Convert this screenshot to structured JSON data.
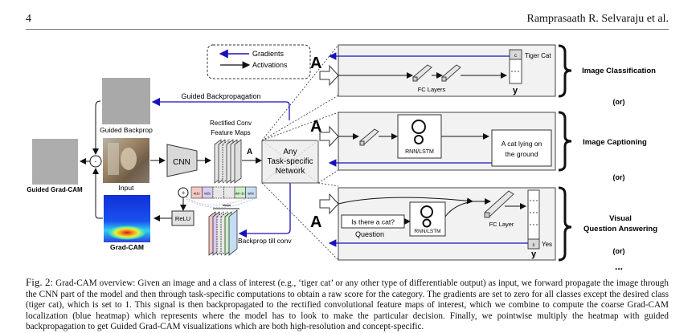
{
  "header": {
    "page_number": "4",
    "authors": "Ramprasaath R. Selvaraju et al."
  },
  "legend": {
    "gradients": "Gradients",
    "activations": "Activations",
    "gradient_color": "#1a12b8",
    "activation_color": "#111111"
  },
  "left": {
    "guided_backprop_label": "Guided Backprop",
    "guided_backpropagation_arrow": "Guided Backpropagation",
    "input_label": "Input",
    "guided_gradcam_label": "Guided Grad-CAM",
    "gradcam_label": "Grad-CAM",
    "pointwise_op": "·",
    "sum_op": "+",
    "relu_label": "ReLU",
    "cnn_label": "CNN",
    "feature_maps_label_1": "Rectified Conv",
    "feature_maps_label_2": "Feature Maps",
    "activation_symbol": "A",
    "backprop_till_conv": "Backprop till conv",
    "weights": [
      "w1c",
      "w2c",
      "",
      "",
      "wn-1c",
      "wnc"
    ],
    "weight_colors": [
      "#f6c9c4",
      "#dccdf2",
      "#e8e8e8",
      "#e8e8e8",
      "#cdf0c8",
      "#c9dcf2"
    ]
  },
  "center": {
    "task_network_lines": [
      "Any",
      "Task-specific",
      "Network"
    ]
  },
  "panels": {
    "classification": {
      "input_symbol": "A",
      "fc_label": "FC Layers",
      "output_class": "c",
      "output_class_name": "Tiger Cat",
      "output_symbol": "y",
      "task_label": "Image Classification"
    },
    "captioning": {
      "input_symbol": "A",
      "rnn_label": "RNN/LSTM",
      "caption_line1": "A cat lying on",
      "caption_line2": "the ground",
      "task_label": "Image Captioning"
    },
    "vqa": {
      "input_symbol": "A",
      "question_text": "Is there a cat?",
      "question_label": "Question",
      "rnn_label": "RNN/LSTM",
      "fc_label": "FC Layer",
      "output_class": "c",
      "output_class_name": "Yes",
      "output_symbol": "y",
      "task_label_line1": "Visual",
      "task_label_line2": "Question Answering"
    },
    "or_label": "(or)",
    "ellipsis": "..."
  },
  "caption": {
    "label": "Fig. 2:",
    "text": "Grad-CAM overview: Given an image and a class of interest (e.g., ‘tiger cat’ or any other type of differentiable output) as input, we forward propagate the image through the CNN part of the model and then through task-specific computations to obtain a raw score for the category. The gradients are set to zero for all classes except the desired class (tiger cat), which is set to 1. This signal is then backpropagated to the rectified convolutional feature maps of interest, which we combine to compute the coarse Grad-CAM localization (blue heatmap) which represents where the model has to look to make the particular decision. Finally, we pointwise multiply the heatmap with guided backpropagation to get Guided Grad-CAM visualizations which are both high-resolution and concept-specific."
  }
}
